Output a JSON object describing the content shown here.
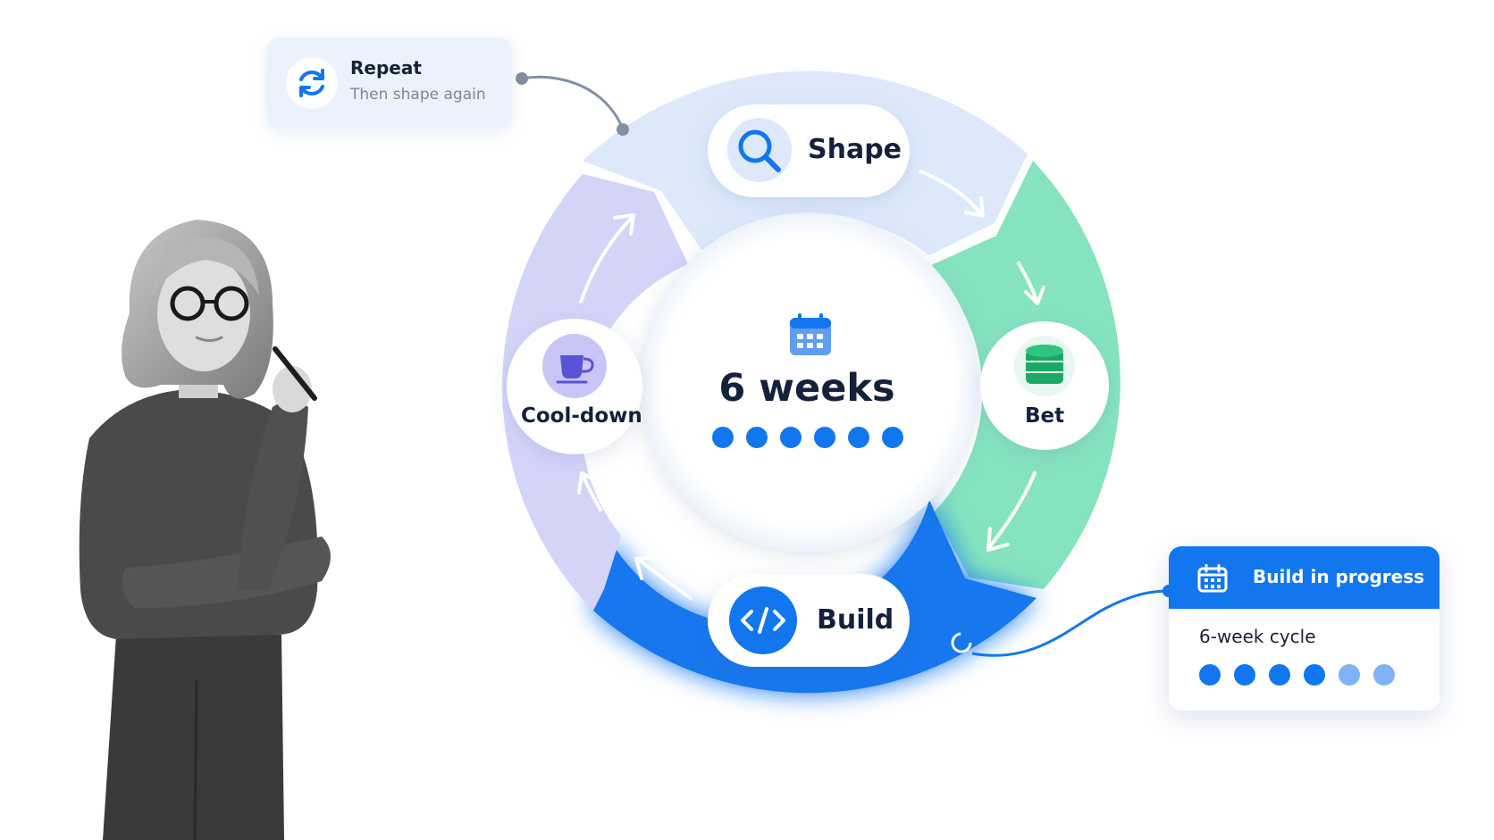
{
  "cycle": {
    "stages": [
      {
        "name": "Shape",
        "icon": "search-icon",
        "color": "#dde9fb"
      },
      {
        "name": "Bet",
        "icon": "database-icon",
        "color": "#86e3bf"
      },
      {
        "name": "Build",
        "icon": "code-icon",
        "color": "#1277ee"
      },
      {
        "name": "Cool-down",
        "icon": "cup-icon",
        "color": "#d4d3f8"
      }
    ],
    "center": {
      "label": "6 weeks",
      "icon": "calendar-icon",
      "dots": 6
    }
  },
  "repeat_card": {
    "title": "Repeat",
    "subtitle": "Then shape again",
    "icon": "refresh-icon"
  },
  "status_card": {
    "title": "Build in progress",
    "icon": "calendar-icon",
    "label": "6-week cycle",
    "progress": {
      "completed": 4,
      "total": 6
    }
  },
  "colors": {
    "accent": "#1277ee",
    "shape": "#dde9fb",
    "bet": "#86e3bf",
    "cooldown": "#d4d3f8",
    "text": "#14213b"
  }
}
